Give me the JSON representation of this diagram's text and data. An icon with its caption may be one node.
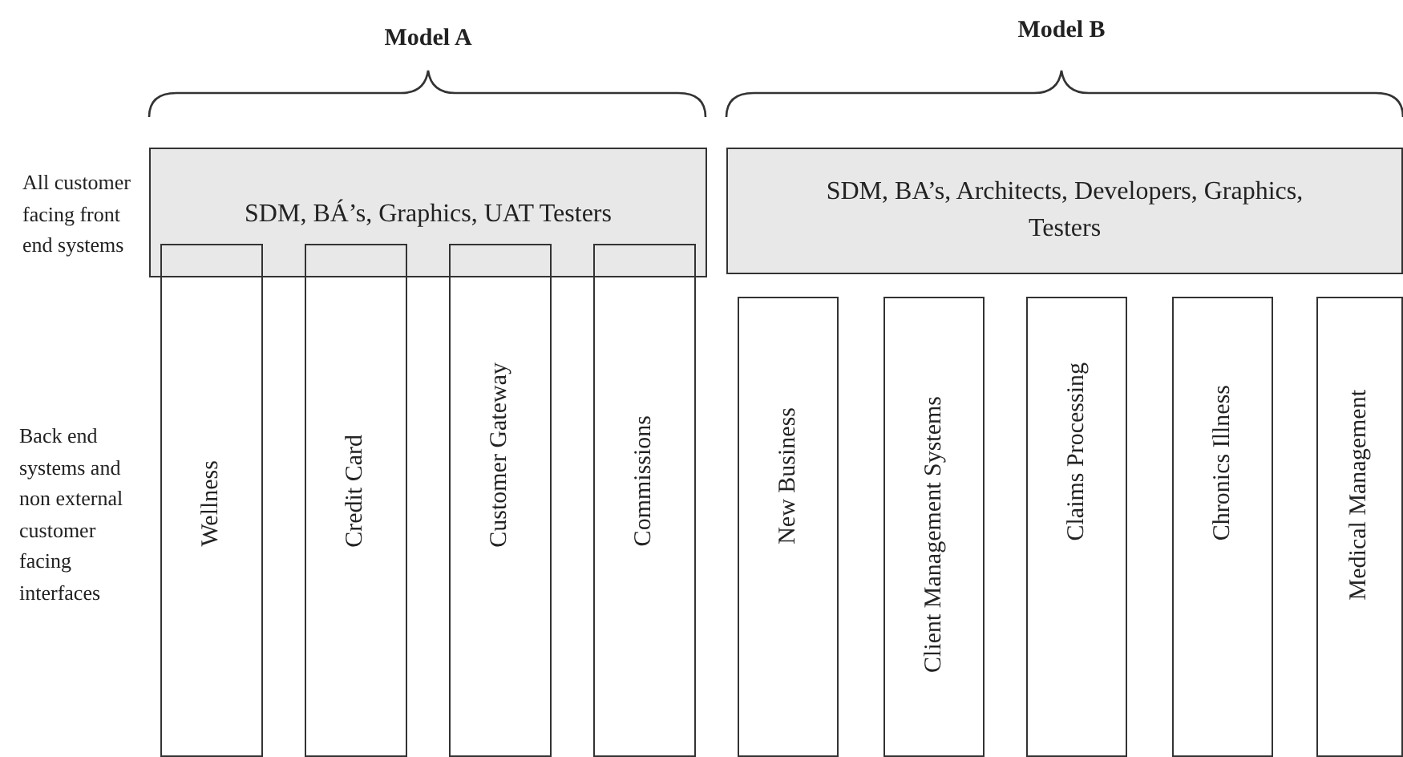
{
  "diagram": {
    "nodes": [
      {
        "text": [
          "SDM, BÁ’s, Graphics, UAT Testers"
        ]
      },
      {
        "text": [
          "Wellness"
        ]
      },
      {
        "text": [
          "Credit Card"
        ]
      },
      {
        "text": [
          "Customer Gateway"
        ]
      },
      {
        "text": [
          "Commissions"
        ]
      },
      {
        "text": [
          "SDM, BA’s, Architects, Developers, Graphics, Testers"
        ]
      },
      {
        "text": [
          "New Business"
        ]
      },
      {
        "text": [
          "Client Management Systems"
        ]
      },
      {
        "text": [
          "Claims Processing"
        ]
      },
      {
        "text": [
          "Chronics Illness"
        ]
      },
      {
        "text": [
          "Medical Management"
        ]
      }
    ],
    "labels": [
      "Model A",
      "Model B",
      "All customer facing front end systems",
      "Back end systems and non external customer facing interfaces"
    ]
  }
}
